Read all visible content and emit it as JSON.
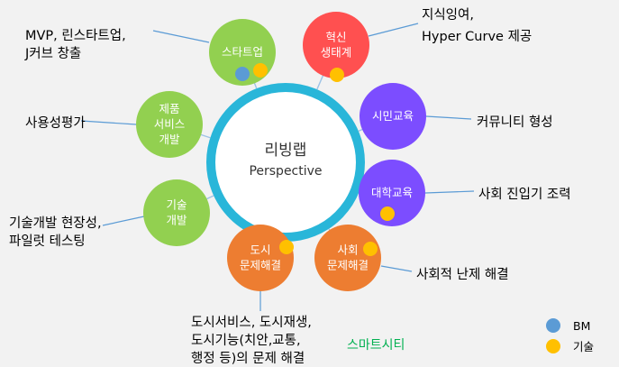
{
  "center": {
    "title": "리빙랩",
    "subtitle": "Perspective"
  },
  "nodes": [
    {
      "id": "startup",
      "lines": [
        "스타트업"
      ],
      "dots": [
        "bm",
        "tech"
      ]
    },
    {
      "id": "innovation",
      "lines": [
        "혁신",
        "생태계"
      ],
      "dots": [
        "tech"
      ]
    },
    {
      "id": "citizen-edu",
      "lines": [
        "시민교육"
      ],
      "dots": []
    },
    {
      "id": "univ-edu",
      "lines": [
        "대학교육"
      ],
      "dots": [
        "tech"
      ]
    },
    {
      "id": "social-problem",
      "lines": [
        "사회",
        "문제해결"
      ],
      "dots": [
        "tech"
      ]
    },
    {
      "id": "city-problem",
      "lines": [
        "도시",
        "문제해결"
      ],
      "dots": [
        "tech"
      ]
    },
    {
      "id": "tech-dev",
      "lines": [
        "기술",
        "개발"
      ],
      "dots": []
    },
    {
      "id": "product-service",
      "lines": [
        "제품",
        "서비스",
        "개발"
      ],
      "dots": []
    }
  ],
  "annotations": [
    {
      "id": "startup-note",
      "lines": [
        "MVP, 린스타트업,",
        "J커브 창출"
      ]
    },
    {
      "id": "innovation-note",
      "lines": [
        "지식잉여,",
        "Hyper Curve 제공"
      ]
    },
    {
      "id": "citizen-note",
      "lines": [
        "커뮤니티 형성"
      ]
    },
    {
      "id": "univ-note",
      "lines": [
        "사회 진입기 조력"
      ]
    },
    {
      "id": "social-note",
      "lines": [
        "사회적 난제 해결"
      ]
    },
    {
      "id": "city-note",
      "lines": [
        "도시서비스, 도시재생,",
        "도시기능(치안,교통,",
        "행정 등)의 문제 해결"
      ]
    },
    {
      "id": "tech-note",
      "lines": [
        "기술개발 현장성,",
        "파일럿 테스팅"
      ]
    },
    {
      "id": "product-note",
      "lines": [
        "사용성평가"
      ]
    }
  ],
  "smart_city_label": "스마트시티",
  "legend": [
    {
      "key": "bm",
      "label": "BM"
    },
    {
      "key": "tech",
      "label": "기술"
    }
  ],
  "colors": {
    "background": "#f2f2f2",
    "ring": "#29b6d9",
    "green": "#92d050",
    "red": "#ff5050",
    "purple": "#7c4dff",
    "orange": "#ed7d31",
    "dot_bm": "#5b9bd5",
    "dot_tech": "#ffc000",
    "connector": "#5b9bd5",
    "smart_city_text": "#00b050"
  }
}
